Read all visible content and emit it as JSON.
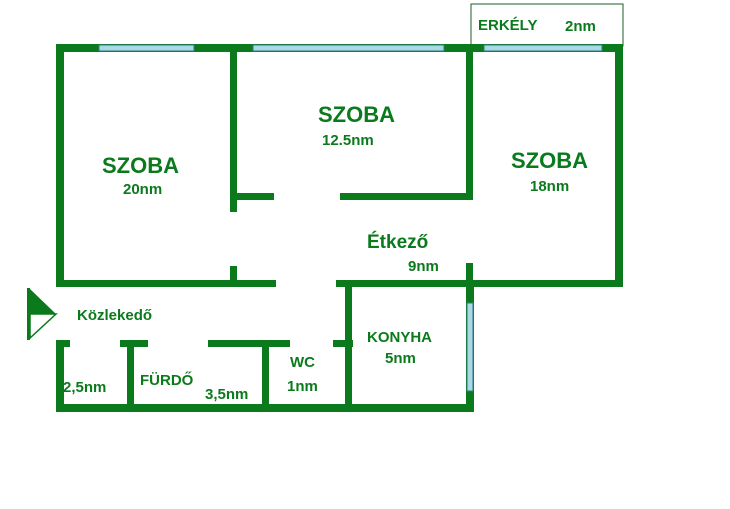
{
  "rooms": {
    "balcony": {
      "name": "ERKÉLY",
      "area": "2nm"
    },
    "room_left": {
      "name": "SZOBA",
      "area": "20nm"
    },
    "room_middle": {
      "name": "SZOBA",
      "area": "12.5nm"
    },
    "room_right": {
      "name": "SZOBA",
      "area": "18nm"
    },
    "dining": {
      "name": "Étkező",
      "area": "9nm"
    },
    "hallway": {
      "name": "Közlekedő"
    },
    "small_room": {
      "area": "2,5nm"
    },
    "bathroom": {
      "name": "FÜRDŐ",
      "area": "3,5nm"
    },
    "wc": {
      "name": "WC",
      "area": "1nm"
    },
    "kitchen": {
      "name": "KONYHA",
      "area": "5nm"
    }
  },
  "colors": {
    "wall": "#0b7a1c",
    "window": "#a9d8e6",
    "label": "#0b7a1c"
  },
  "icons": {
    "entrance": "entrance-flag-icon"
  }
}
